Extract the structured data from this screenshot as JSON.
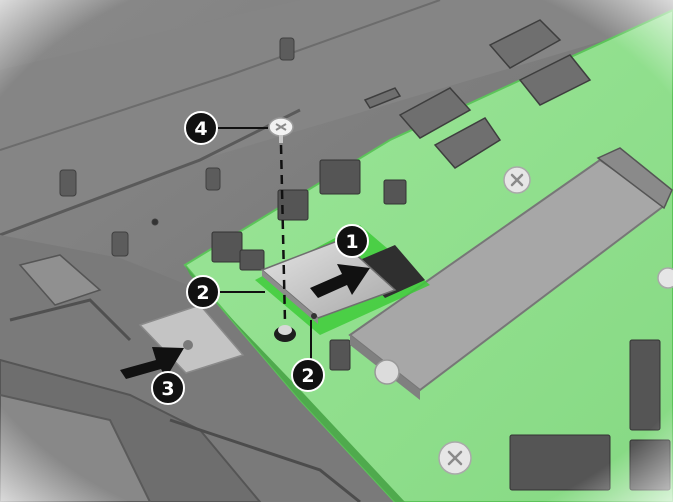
{
  "figure": {
    "callouts": [
      {
        "id": "c1",
        "number": "1"
      },
      {
        "id": "c2a",
        "number": "2"
      },
      {
        "id": "c2b",
        "number": "2"
      },
      {
        "id": "c3",
        "number": "3"
      },
      {
        "id": "c4",
        "number": "4"
      }
    ],
    "colors": {
      "board": "#8fe08c",
      "board_edge": "#5cc45a",
      "highlight_board": "#3ecb3a",
      "chassis": "#7e7e7e",
      "chassis_dark": "#4f4f4f",
      "connector": "#7a7a7a",
      "card": "#c9c9c9",
      "arrow": "#111111",
      "callout_fill": "#111111",
      "callout_text": "#ffffff"
    }
  }
}
